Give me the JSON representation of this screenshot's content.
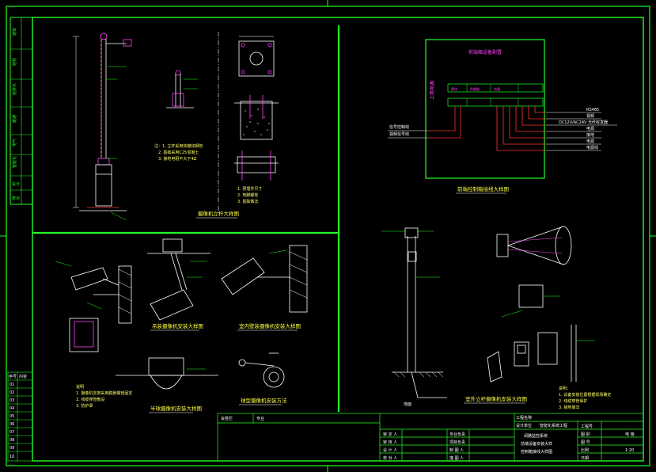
{
  "panels": {
    "camera_pole_title": "摄像机立杆大样图",
    "controller_box_title": "前端控制箱接线大样图",
    "box_inner_title": "前端箱设备配置",
    "box_side_label": "上墙电源",
    "box_module_labels": [
      "模块",
      "防雷器",
      "电源"
    ],
    "box_left_labels": [
      "信号控制线",
      "视频信号线"
    ],
    "box_right_labels": [
      "RS485",
      "视频",
      "DC12V/AC24V 光纤收发器",
      "电源",
      "接地",
      "电源",
      "电源线"
    ],
    "ceiling_mount_title": "吊装摄像机安装大样图",
    "wall_mount_title": "室内壁装摄像机安装大样图",
    "embedded_mount_title": "半球摄像机安装大样图",
    "dome_install_title": "球型摄像机安装方法",
    "outdoor_pole_title": "室外立杆摄像机安装大样图",
    "ground_label": "地面"
  },
  "notes": {
    "pole_notes": [
      "注：1. 立杆采用热镀锌钢管",
      "2. 基础采用C25混凝土",
      "3. 接地电阻不大于4Ω"
    ],
    "base_notes": [
      "1. 预埋件尺寸",
      "2. 地脚螺栓",
      "3. 基础做法"
    ],
    "mount_notes": [
      "说明",
      "1. 摄像机支架采用膨胀螺栓固定",
      "2. 线缆穿管敷设",
      "3. 防护罩"
    ],
    "right_notes": [
      "说明：",
      "1. 设备安装位置根据现场确定",
      "2. 线缆穿管保护",
      "3. 接地做法"
    ]
  },
  "title_block": {
    "project_label": "工程名称",
    "project_value": "智能化系统工程",
    "design_unit": "设计单位",
    "drawing_name_lines": [
      "闭路监控系统",
      "前端设备安装大样",
      "控制箱接线大样图"
    ],
    "roles_left": [
      "审 定 人",
      "审 核 人",
      "设 计 人",
      "校 对 人"
    ],
    "roles_mid": [
      "专业负责",
      "项目负责",
      "制 图 人",
      "描 图 人"
    ],
    "right_fields": [
      "工程号",
      "图 别",
      "图 号",
      "比例",
      "日期"
    ],
    "right_values": [
      "",
      "电 施",
      "",
      "1:20",
      ""
    ],
    "top_row_left": "会签栏",
    "top_row_mid": "专业"
  },
  "revision_table": {
    "header": [
      "序号",
      "内容"
    ],
    "rows": [
      "01",
      "02",
      "03",
      "04",
      "05",
      "06",
      "07",
      "08",
      "09",
      "10"
    ]
  },
  "left_margin": {
    "labels": [
      "建筑",
      "结构",
      "给排水",
      "暖通",
      "电气",
      "智能化"
    ],
    "bottom_labels": [
      "设计",
      "校对"
    ]
  }
}
